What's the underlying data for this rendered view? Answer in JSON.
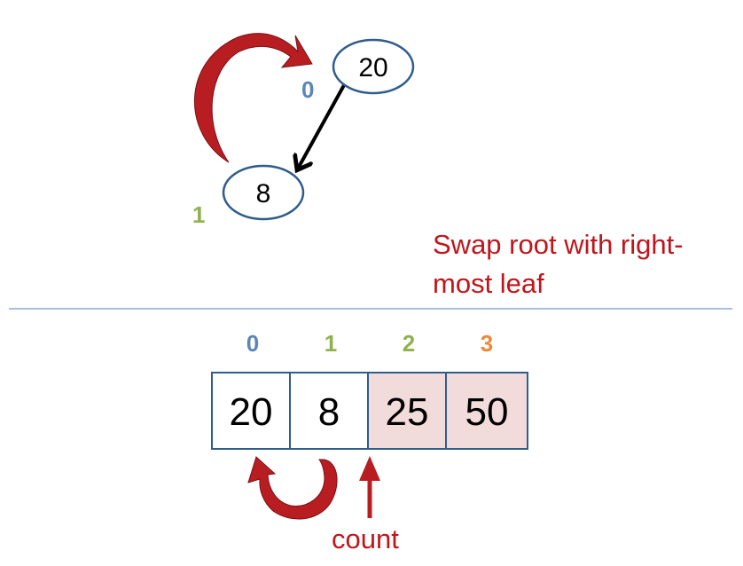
{
  "colors": {
    "node_stroke": "#2f5d8c",
    "arrow_red": "#b81d22",
    "index0": "#5b86b5",
    "index1": "#8db24e",
    "index2": "#8db24e",
    "index3": "#f0883a",
    "highlight_cell": "#f2dcdb",
    "caption": "#c0151b",
    "divider": "#4f81bd"
  },
  "tree": {
    "root": {
      "value": "20",
      "index": "0"
    },
    "child": {
      "value": "8",
      "index": "1"
    }
  },
  "caption": "Swap root with right-most leaf",
  "array": {
    "indices": [
      "0",
      "1",
      "2",
      "3"
    ],
    "cells": [
      {
        "value": "20",
        "sorted": false
      },
      {
        "value": "8",
        "sorted": false
      },
      {
        "value": "25",
        "sorted": true
      },
      {
        "value": "50",
        "sorted": true
      }
    ]
  },
  "pointer_label": "count"
}
